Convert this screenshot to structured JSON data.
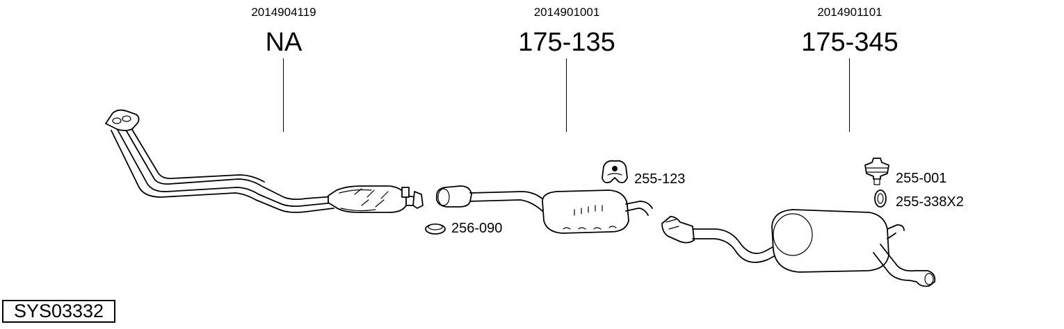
{
  "groups": [
    {
      "oem_number": "2014904119",
      "part_number": "NA"
    },
    {
      "oem_number": "2014901001",
      "part_number": "175-135"
    },
    {
      "oem_number": "2014901101",
      "part_number": "175-345"
    }
  ],
  "parts": {
    "gasket_front": "256-090",
    "hanger_rubber": "255-123",
    "mount_rubber": "255-001",
    "ring": "255-338X2"
  },
  "system_id": "SYS03332",
  "icons": [
    "front-pipe-icon",
    "catalytic-converter-icon",
    "middle-silencer-icon",
    "rear-silencer-icon",
    "gasket-icon",
    "hanger-icon",
    "rubber-mount-icon",
    "o-ring-icon"
  ]
}
